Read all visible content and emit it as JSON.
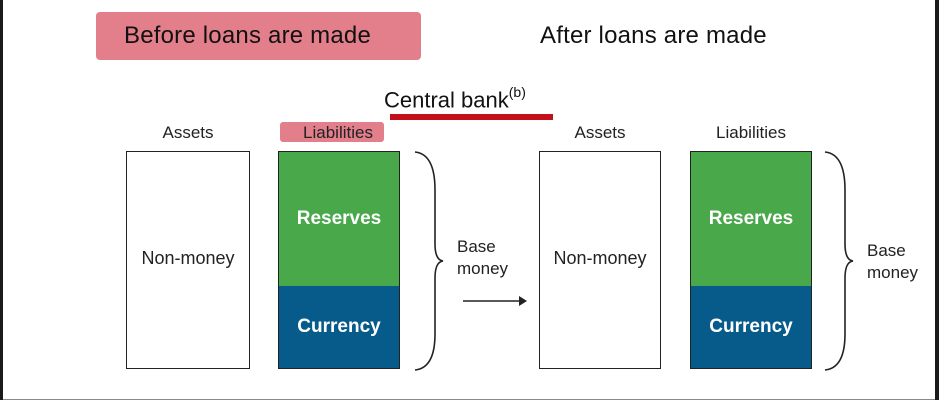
{
  "headings": {
    "before": "Before loans are made",
    "after": "After loans are made"
  },
  "central_bank": {
    "title": "Central bank",
    "footnote": "(b)"
  },
  "before": {
    "assets_header": "Assets",
    "liabilities_header": "Liabilities",
    "assets_box": "Non-money",
    "reserves": "Reserves",
    "currency": "Currency",
    "brace_label_line1": "Base",
    "brace_label_line2": "money"
  },
  "after": {
    "assets_header": "Assets",
    "liabilities_header": "Liabilities",
    "assets_box": "Non-money",
    "reserves": "Reserves",
    "currency": "Currency",
    "brace_label_line1": "Base",
    "brace_label_line2": "money"
  },
  "colors": {
    "reserves": "#49a84a",
    "currency": "#075b8a",
    "highlight": "#e0707e",
    "underline": "#c3101a"
  }
}
